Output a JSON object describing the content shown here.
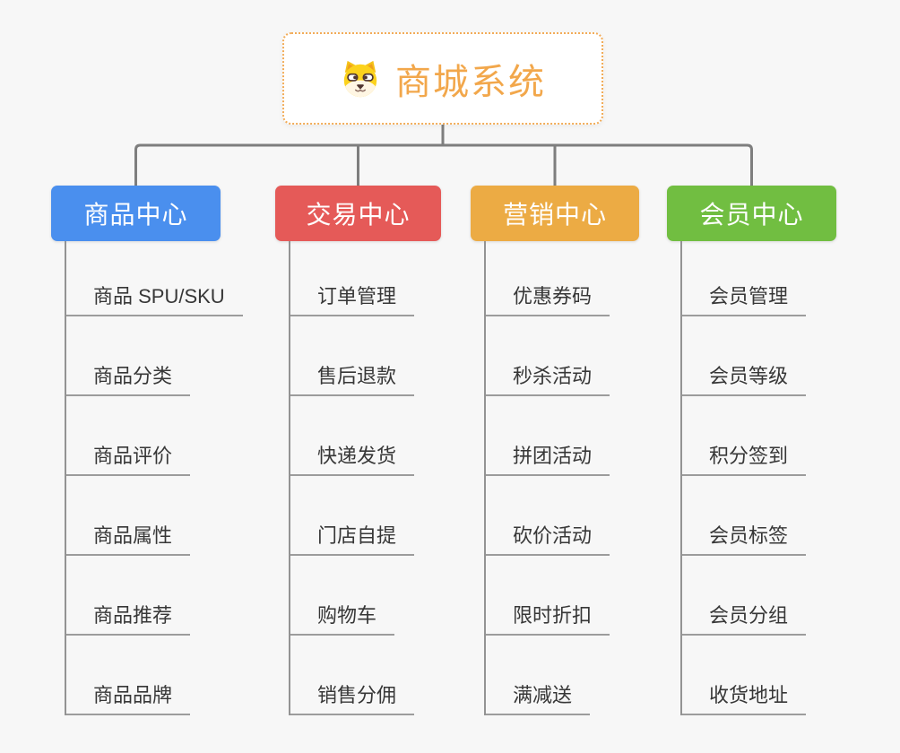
{
  "root": {
    "title": "商城系统",
    "icon": "dog-face-icon"
  },
  "branches": [
    {
      "label": "商品中心",
      "color": "#4A8FEE",
      "children": [
        "商品 SPU/SKU",
        "商品分类",
        "商品评价",
        "商品属性",
        "商品推荐",
        "商品品牌"
      ]
    },
    {
      "label": "交易中心",
      "color": "#E55A58",
      "children": [
        "订单管理",
        "售后退款",
        "快递发货",
        "门店自提",
        "购物车",
        "销售分佣"
      ]
    },
    {
      "label": "营销中心",
      "color": "#ECAB44",
      "children": [
        "优惠券码",
        "秒杀活动",
        "拼团活动",
        "砍价活动",
        "限时折扣",
        "满减送"
      ]
    },
    {
      "label": "会员中心",
      "color": "#71BE41",
      "children": [
        "会员管理",
        "会员等级",
        "积分签到",
        "会员标签",
        "会员分组",
        "收货地址"
      ]
    }
  ],
  "colors": {
    "background": "#F7F7F7",
    "connector": "#7E7E7E",
    "leaf_line": "#9C9C9C",
    "leaf_text": "#373737",
    "root_text": "#F2A74B",
    "root_border": "#F2AC58",
    "branch_text": "#FFFFFF"
  }
}
